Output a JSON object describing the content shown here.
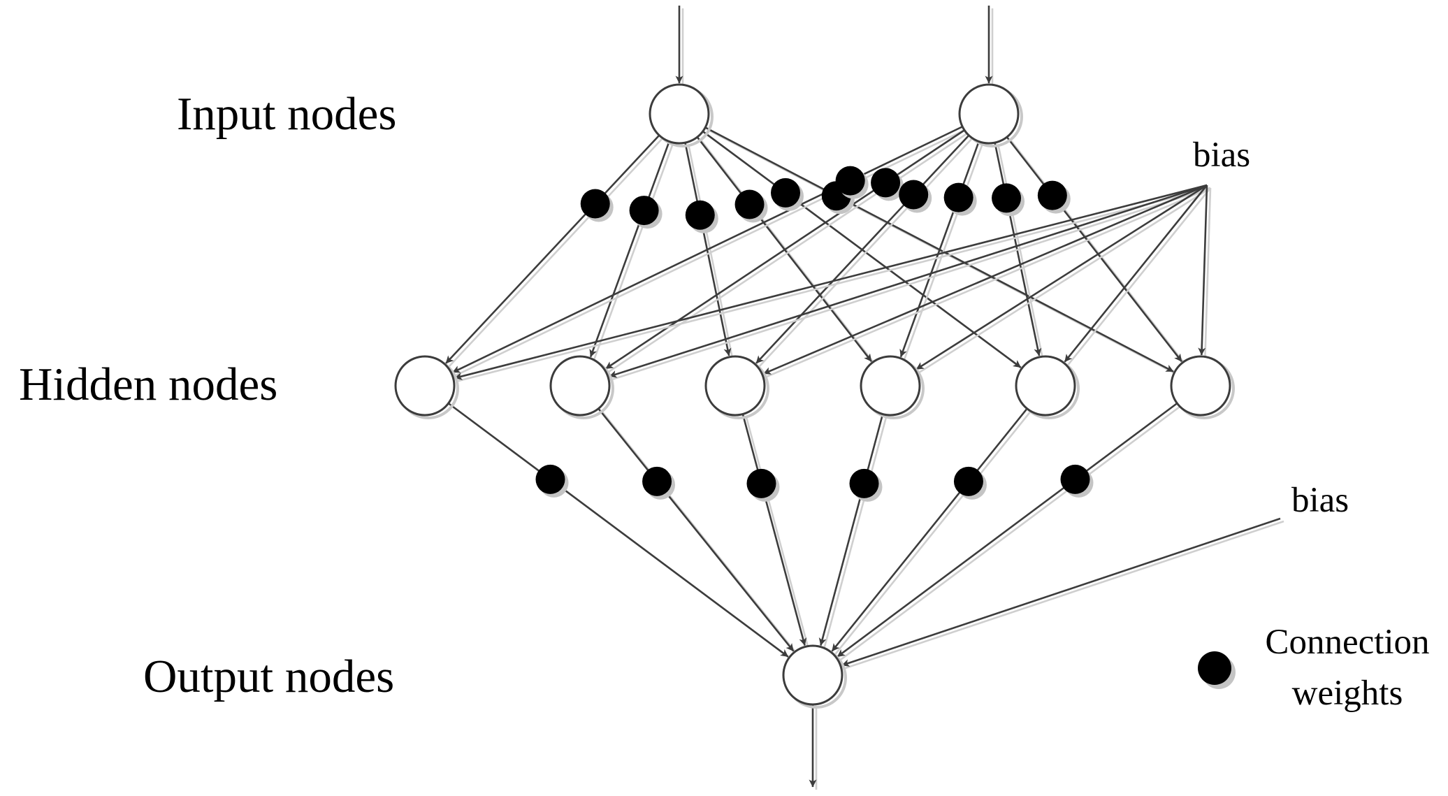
{
  "labels": {
    "input": "Input nodes",
    "hidden": "Hidden nodes",
    "output": "Output nodes",
    "bias_hidden": "bias",
    "bias_output": "bias",
    "legend_line1": "Connection",
    "legend_line2": "weights"
  },
  "network": {
    "input_nodes": 2,
    "hidden_nodes": 6,
    "output_nodes": 1
  },
  "colors": {
    "stroke": "#3c3c3c",
    "shadow": "#c8c8c8",
    "weight_dot": "#000000"
  }
}
